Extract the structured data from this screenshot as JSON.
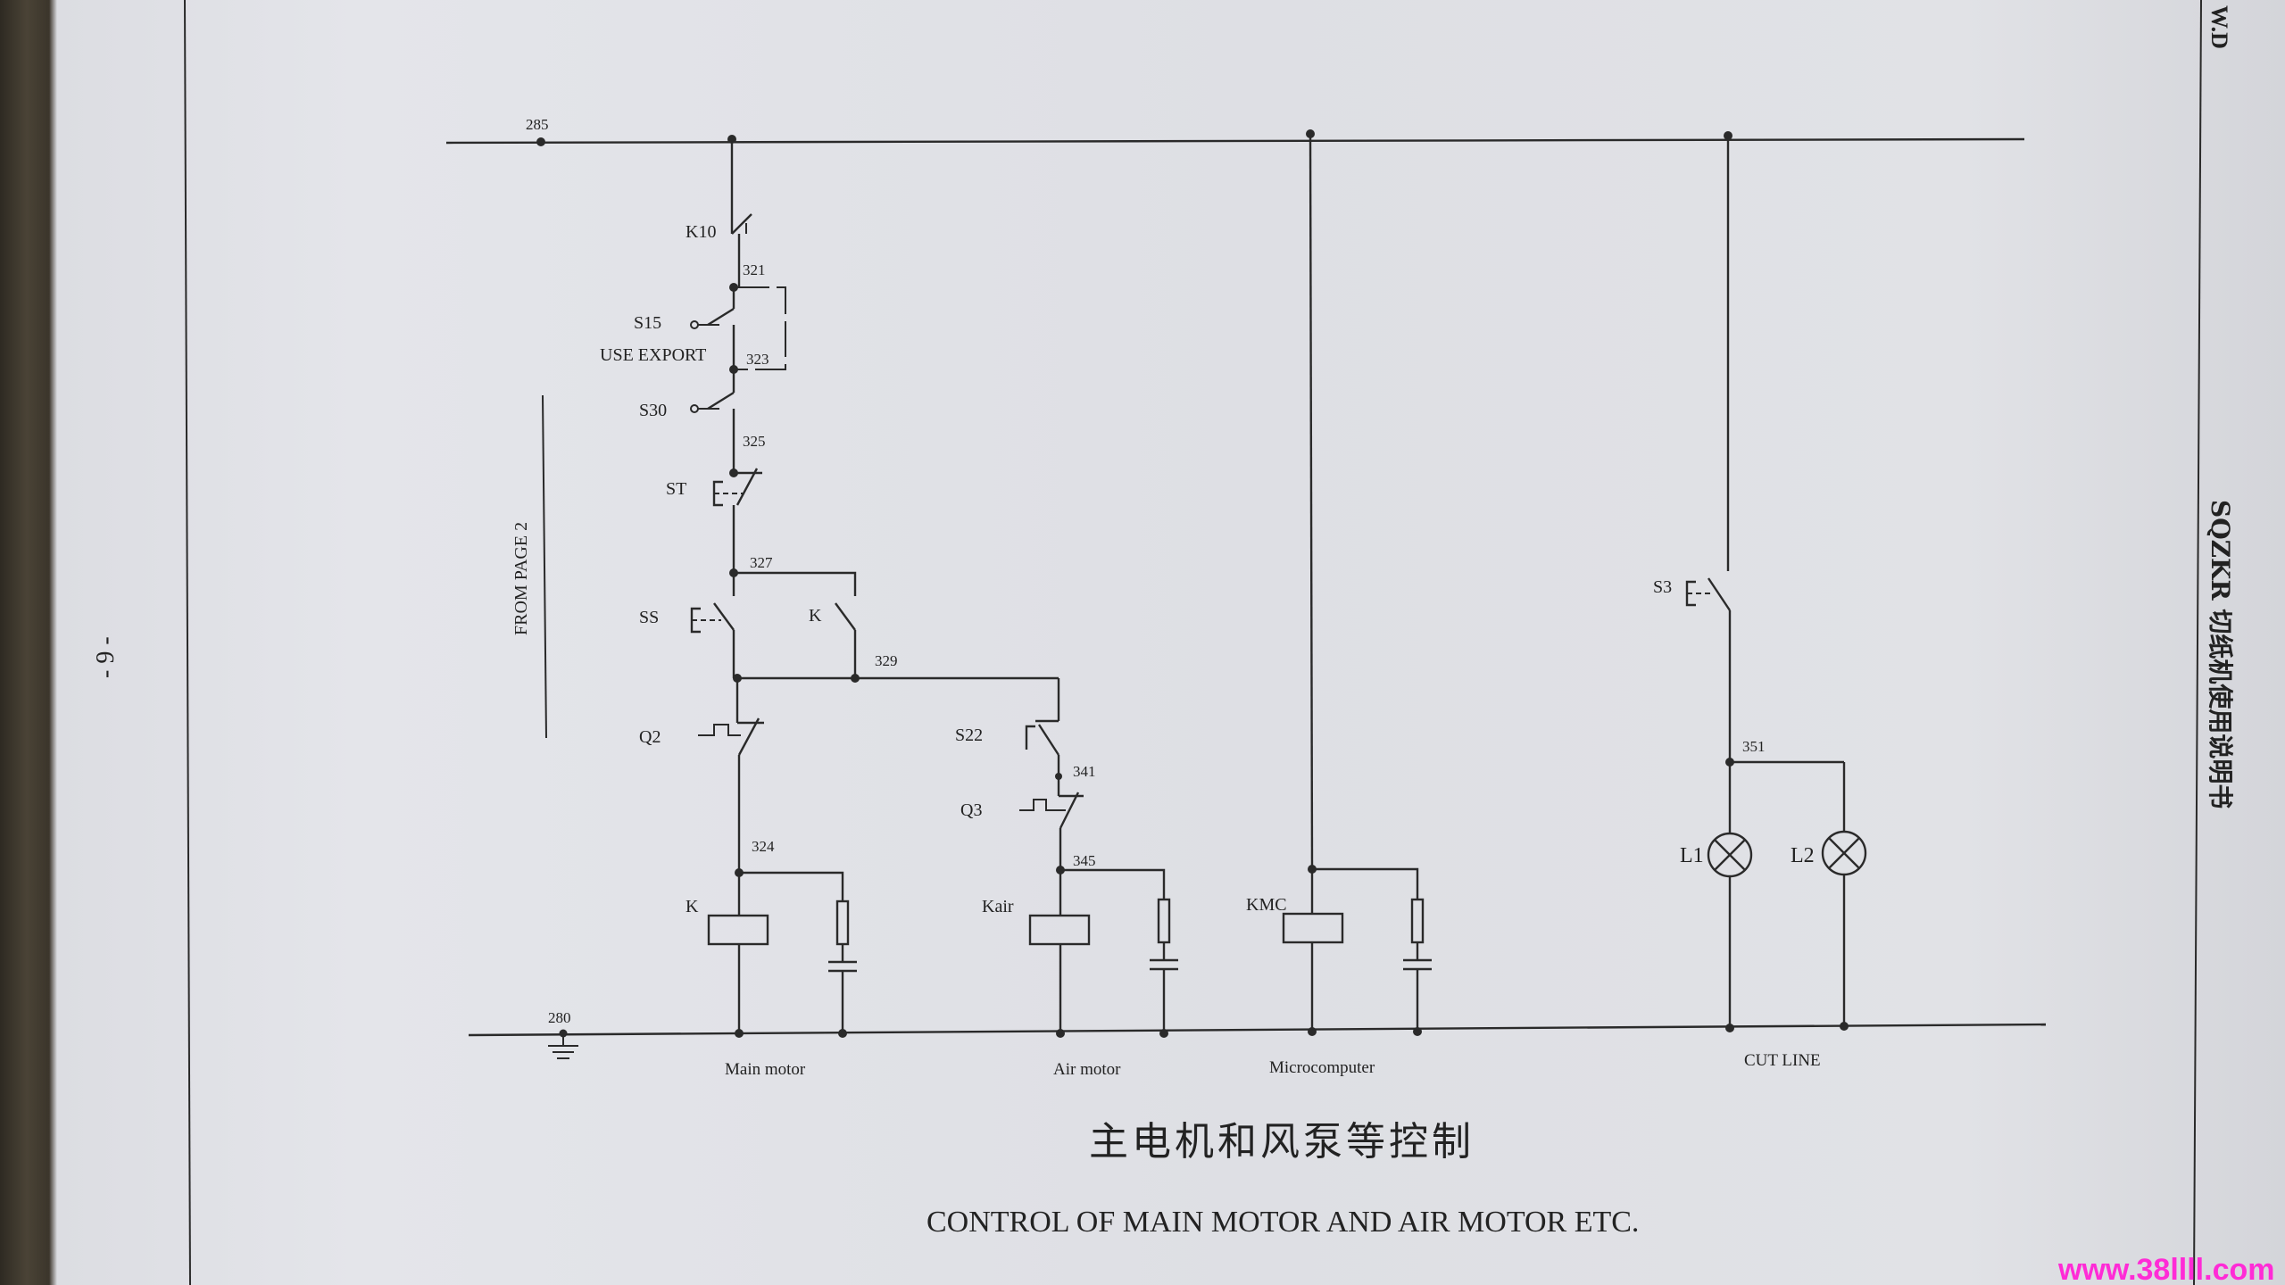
{
  "page": {
    "number": "- 9 -",
    "from_page": "FROM  PAGE 2",
    "side_title": "SQZKR 切纸机使用说明书",
    "corner_text": "W.D",
    "watermark": "www.38llll.com"
  },
  "diagram": {
    "title_zh": "主电机和风泵等控制",
    "title_en": "CONTROL OF MAIN MOTOR AND AIR MOTOR ETC.",
    "rails": {
      "top_wire": "285",
      "bottom_wire": "280"
    },
    "components": {
      "k10": "K10",
      "s15": "S15",
      "use_export": "USE EXPORT",
      "s30": "S30",
      "st": "ST",
      "ss": "SS",
      "k_contact": "K",
      "q2": "Q2",
      "k_coil": "K",
      "s22": "S22",
      "q3": "Q3",
      "kair": "Kair",
      "kmc": "KMC",
      "s3": "S3",
      "l1": "L1",
      "l2": "L2"
    },
    "wires": {
      "w321": "321",
      "w323": "323",
      "w325": "325",
      "w327": "327",
      "w329": "329",
      "w324": "324",
      "w341": "341",
      "w345": "345",
      "w351": "351"
    },
    "captions": {
      "main_motor": "Main motor",
      "air_motor": "Air motor",
      "microcomputer": "Microcomputer",
      "cut_line": "CUT LINE"
    }
  }
}
